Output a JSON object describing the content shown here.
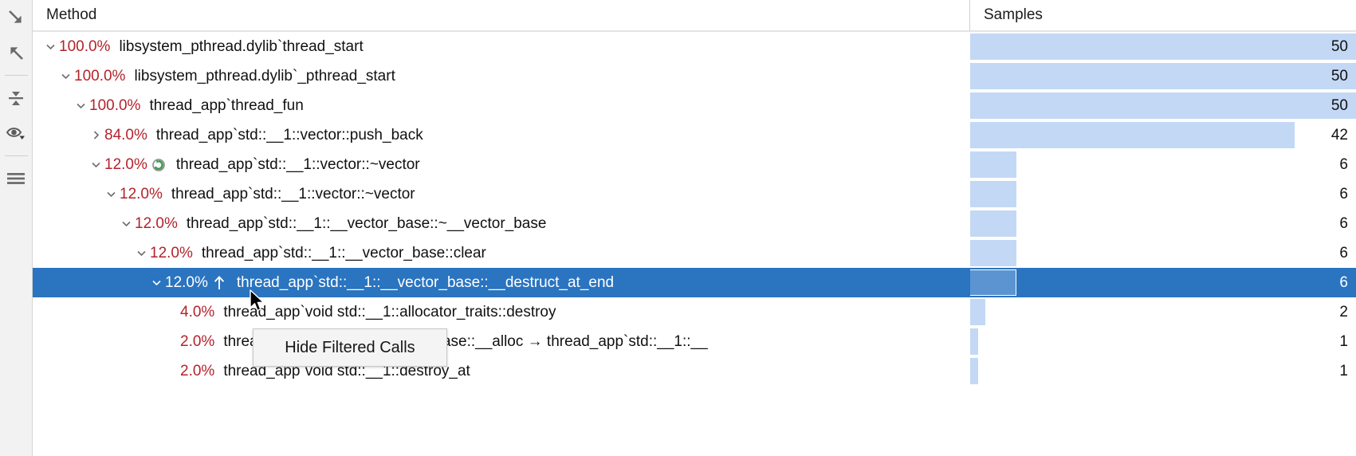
{
  "toolbar": {
    "buttons": [
      {
        "name": "expand-all-icon",
        "label": "Expand All"
      },
      {
        "name": "collapse-all-icon",
        "label": "Collapse All"
      },
      {
        "name": "merge-frames-icon",
        "label": "Merge Frames"
      },
      {
        "name": "focus-eye-icon",
        "label": "Focus / Show"
      },
      {
        "name": "menu-icon",
        "label": "Options Menu"
      }
    ]
  },
  "table": {
    "columns": {
      "method": "Method",
      "samples": "Samples"
    },
    "max_samples": 50,
    "rows": [
      {
        "indent": 0,
        "twisty": "down",
        "percent": "100.0%",
        "icon": "none",
        "method": "libsystem_pthread.dylib`thread_start",
        "samples": "50",
        "value": 50,
        "selected": false
      },
      {
        "indent": 1,
        "twisty": "down",
        "percent": "100.0%",
        "icon": "none",
        "method": "libsystem_pthread.dylib`_pthread_start",
        "samples": "50",
        "value": 50,
        "selected": false
      },
      {
        "indent": 2,
        "twisty": "down",
        "percent": "100.0%",
        "icon": "none",
        "method": "thread_app`thread_fun",
        "samples": "50",
        "value": 50,
        "selected": false
      },
      {
        "indent": 3,
        "twisty": "right",
        "percent": "84.0%",
        "icon": "none",
        "method": "thread_app`std::__1::vector::push_back",
        "samples": "42",
        "value": 42,
        "selected": false
      },
      {
        "indent": 3,
        "twisty": "down",
        "percent": "12.0%",
        "icon": "recursion",
        "method": "thread_app`std::__1::vector::~vector",
        "samples": "6",
        "value": 6,
        "selected": false
      },
      {
        "indent": 4,
        "twisty": "down",
        "percent": "12.0%",
        "icon": "none",
        "method": "thread_app`std::__1::vector::~vector",
        "samples": "6",
        "value": 6,
        "selected": false
      },
      {
        "indent": 5,
        "twisty": "down",
        "percent": "12.0%",
        "icon": "none",
        "method": "thread_app`std::__1::__vector_base::~__vector_base",
        "samples": "6",
        "value": 6,
        "selected": false
      },
      {
        "indent": 6,
        "twisty": "down",
        "percent": "12.0%",
        "icon": "none",
        "method": "thread_app`std::__1::__vector_base::clear",
        "samples": "6",
        "value": 6,
        "selected": false
      },
      {
        "indent": 7,
        "twisty": "down",
        "percent": "12.0%",
        "icon": "up-arrow",
        "method": "thread_app`std::__1::__vector_base::__destruct_at_end",
        "samples": "6",
        "value": 6,
        "selected": true
      },
      {
        "indent": 8,
        "twisty": "none",
        "percent": "4.0%",
        "icon": "none",
        "method": "thread_app`void std::__1::allocator_traits::destroy",
        "samples": "2",
        "value": 2,
        "selected": false
      },
      {
        "indent": 8,
        "twisty": "none",
        "percent": "2.0%",
        "icon": "none",
        "method": "thread_app`std::__1::__vector_base::__alloc → thread_app`std::__1::__",
        "samples": "1",
        "value": 1,
        "selected": false
      },
      {
        "indent": 8,
        "twisty": "none",
        "percent": "2.0%",
        "icon": "none",
        "method": "thread_app`void std::__1::destroy_at",
        "samples": "1",
        "value": 1,
        "selected": false
      }
    ]
  },
  "tooltip": {
    "text": "Hide Filtered Calls"
  },
  "colors": {
    "percent_text": "#b3232b",
    "selection": "#2a74c0",
    "bar": "#c3d8f5",
    "bar_selected": "#5b94d0",
    "recursion_icon": "#3a9b4f"
  }
}
